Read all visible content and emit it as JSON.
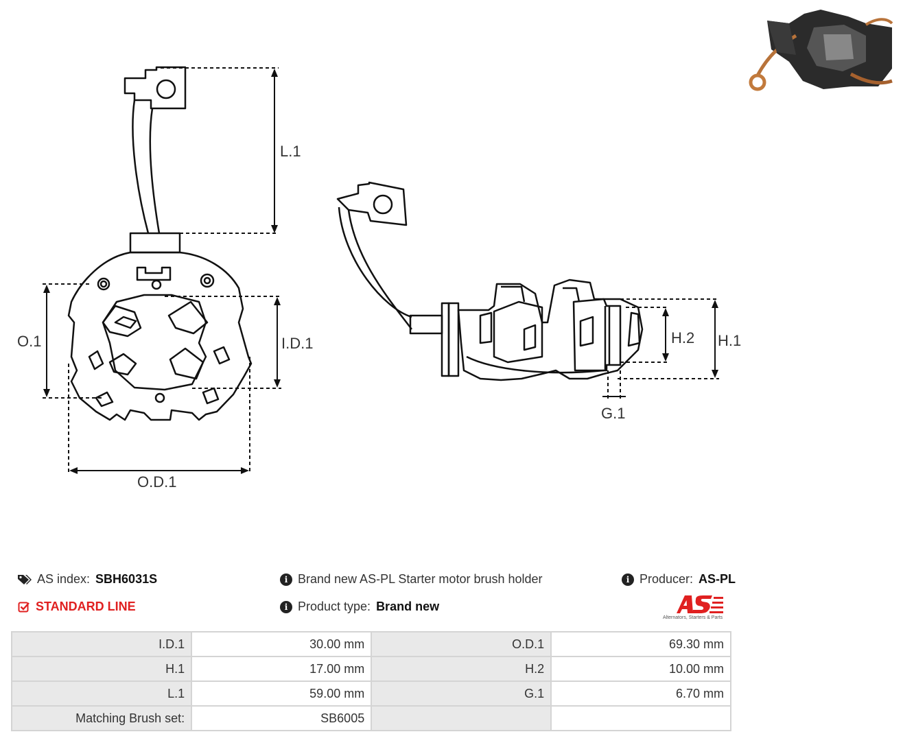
{
  "dimensions": {
    "l1": "L.1",
    "od1": "O.D.1",
    "o1": "O.1",
    "id1": "I.D.1",
    "h1": "H.1",
    "h2": "H.2",
    "g1": "G.1"
  },
  "info": {
    "as_index_label": "AS index:",
    "as_index_value": "SBH6031S",
    "line": "STANDARD LINE",
    "description": "Brand new AS-PL Starter motor brush holder",
    "product_type_label": "Product type:",
    "product_type_value": "Brand new",
    "producer_label": "Producer:",
    "producer_value": "AS-PL",
    "logo_tagline": "Alternators, Starters & Parts"
  },
  "specs": [
    {
      "l1": "I.D.1",
      "v1": "30.00 mm",
      "l2": "O.D.1",
      "v2": "69.30 mm"
    },
    {
      "l1": "H.1",
      "v1": "17.00 mm",
      "l2": "H.2",
      "v2": "10.00 mm"
    },
    {
      "l1": "L.1",
      "v1": "59.00 mm",
      "l2": "G.1",
      "v2": "6.70 mm"
    },
    {
      "l1": "Matching Brush set:",
      "v1": "SB6005",
      "l2": "",
      "v2": ""
    }
  ],
  "icons": [
    "tag-icon",
    "check-square-icon",
    "info-icon",
    "as-logo"
  ]
}
